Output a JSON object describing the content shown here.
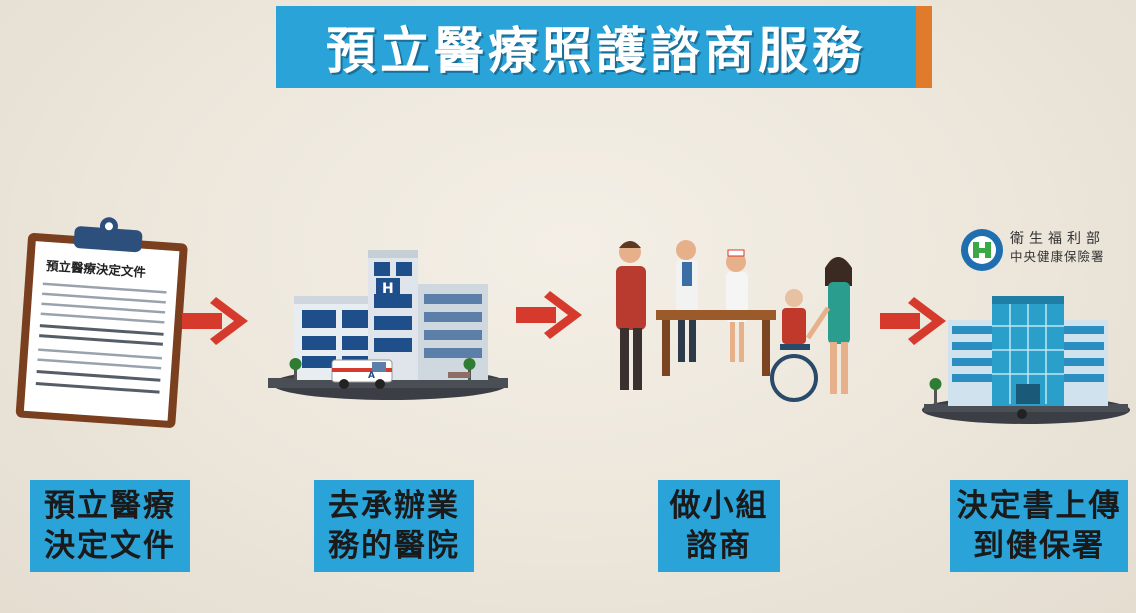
{
  "title": "預立醫療照護諮商服務",
  "document": {
    "heading": "預立醫療決定文件"
  },
  "hospital_sign": "H",
  "ambulance_sign": "A",
  "agency": {
    "line1": "衛生福利部",
    "line2": "中央健康保險署"
  },
  "steps": [
    {
      "line1": "預立醫療",
      "line2": "決定文件"
    },
    {
      "line1": "去承辦業",
      "line2": "務的醫院"
    },
    {
      "line1": "做小組",
      "line2": "諮商"
    },
    {
      "line1": "決定書上傳",
      "line2": "到健保署"
    }
  ],
  "colors": {
    "accent_blue": "#2aa3d8",
    "accent_orange": "#e07b2c",
    "arrow_red": "#d63a2c",
    "background": "#ede7dc"
  }
}
